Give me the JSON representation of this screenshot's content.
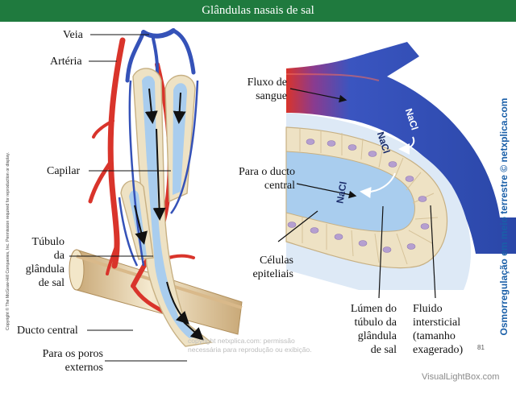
{
  "title": "Glândulas nasais de sal",
  "labels": {
    "veia": "Veia",
    "arteria": "Artéria",
    "capilar": "Capilar",
    "tubulo": [
      "Túbulo",
      "da",
      "glândula",
      "de sal"
    ],
    "ducto_central": "Ducto central",
    "poros": [
      "Para os poros",
      "externos"
    ],
    "fluxo": [
      "Fluxo de",
      "sangue"
    ],
    "para_ducto": [
      "Para o ducto",
      "central"
    ],
    "celulas": [
      "Células",
      "epiteliais"
    ],
    "lumen": [
      "Lúmen do",
      "túbulo da",
      "glândula",
      "de sal"
    ],
    "fluido": [
      "Fluido",
      "intersticial",
      "(tamanho",
      "exagerado)"
    ],
    "nacl": "NaCl"
  },
  "copyright_vertical": "Copyright © The McGraw-Hill Companies, Inc. Permission required for reproduction or display.",
  "side_credit": "Osmorregulação em meio terrestre © netxplica.com",
  "watermark": [
    "copyright netxplica.com: permissão",
    "necessária para reprodução ou exibição."
  ],
  "page_number": "81",
  "vlb_credit": "VisualLightBox.com",
  "colors": {
    "title_bg": "#1f7a3e",
    "artery": "#d9342b",
    "vein": "#3552b8",
    "lumen": "#a9cdee",
    "epithelium": "#eee2c4",
    "nucleus": "#b59fd0"
  }
}
